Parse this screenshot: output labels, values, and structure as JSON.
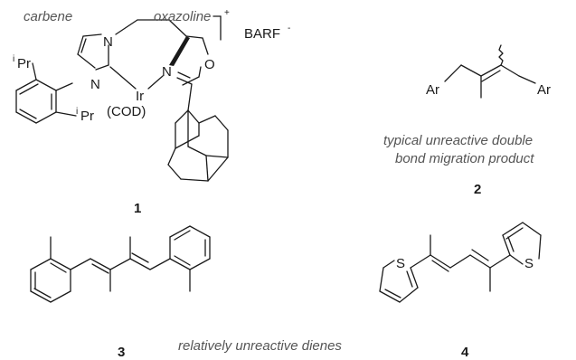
{
  "labels": {
    "carbene": "carbene",
    "oxazoline": "oxazoline",
    "counterion": "BARF",
    "counterion_charge": "-",
    "cation_charge": "+",
    "typical_line1": "typical unreactive double",
    "typical_line2": "bond migration product",
    "dienes_caption": "relatively unreactive dienes"
  },
  "compound_numbers": {
    "c1": "1",
    "c2": "2",
    "c3": "3",
    "c4": "4"
  },
  "atoms": {
    "n_left": "N",
    "n_top": "N",
    "n_ox": "N",
    "o_ox": "O",
    "ir": "Ir",
    "cod": "(COD)",
    "ipr_top_sup": "i",
    "ipr_top_main": "Pr",
    "ipr_bot_sup": "i",
    "ipr_bot_main": "Pr",
    "ar_left": "Ar",
    "ar_right": "Ar",
    "s_left": "S",
    "s_right": "S"
  }
}
